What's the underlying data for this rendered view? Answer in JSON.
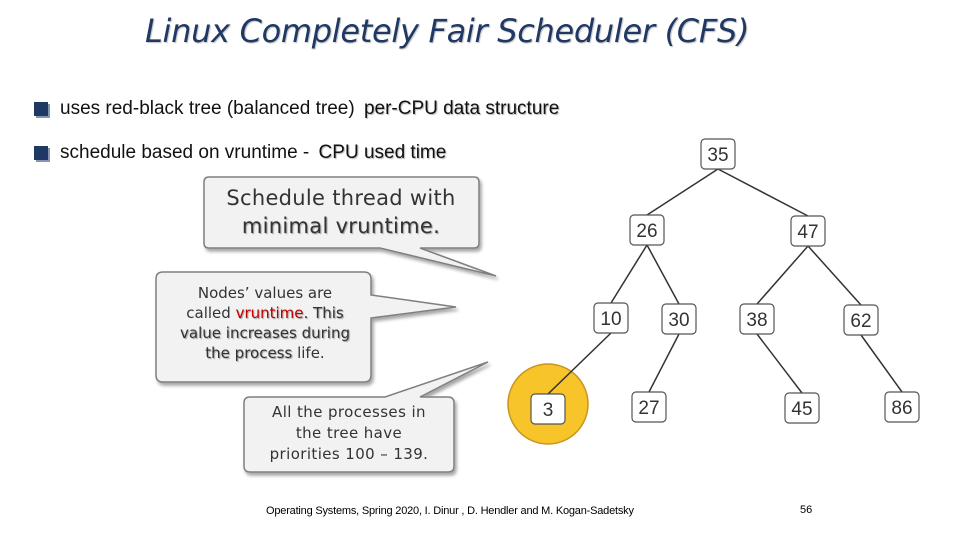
{
  "title": "Linux Completely Fair Scheduler (CFS)",
  "bullets": [
    {
      "text": "uses red-black tree (balanced tree) ",
      "emphasis": "per-CPU data structure"
    },
    {
      "text": "schedule based on vruntime - ",
      "emphasis": "CPU used time"
    }
  ],
  "callouts": {
    "schedule": {
      "line1": "Schedule thread with",
      "line2": "minimal vruntime."
    },
    "nodes": {
      "line1": "Nodes’ values are",
      "line2a": "called ",
      "line2b": "vruntime",
      "line2c": ". This",
      "line3": "value increases during",
      "line4a": "the process",
      "line4b": " life."
    },
    "processes": {
      "line1": "All the processes in",
      "line2": "the tree have",
      "line3": "priorities 100 – 139."
    }
  },
  "tree": {
    "nodes": [
      {
        "id": "n35",
        "value": "35"
      },
      {
        "id": "n26",
        "value": "26"
      },
      {
        "id": "n47",
        "value": "47"
      },
      {
        "id": "n10",
        "value": "10"
      },
      {
        "id": "n30",
        "value": "30"
      },
      {
        "id": "n38",
        "value": "38"
      },
      {
        "id": "n62",
        "value": "62"
      },
      {
        "id": "n3",
        "value": "3",
        "highlighted": true
      },
      {
        "id": "n27",
        "value": "27"
      },
      {
        "id": "n45",
        "value": "45"
      },
      {
        "id": "n86",
        "value": "86"
      }
    ],
    "highlight_color": "#f7c52a"
  },
  "footer": "Operating Systems,  Spring 2020, I. Dinur , D. Hendler and M. Kogan-Sadetsky",
  "page_number": "56"
}
